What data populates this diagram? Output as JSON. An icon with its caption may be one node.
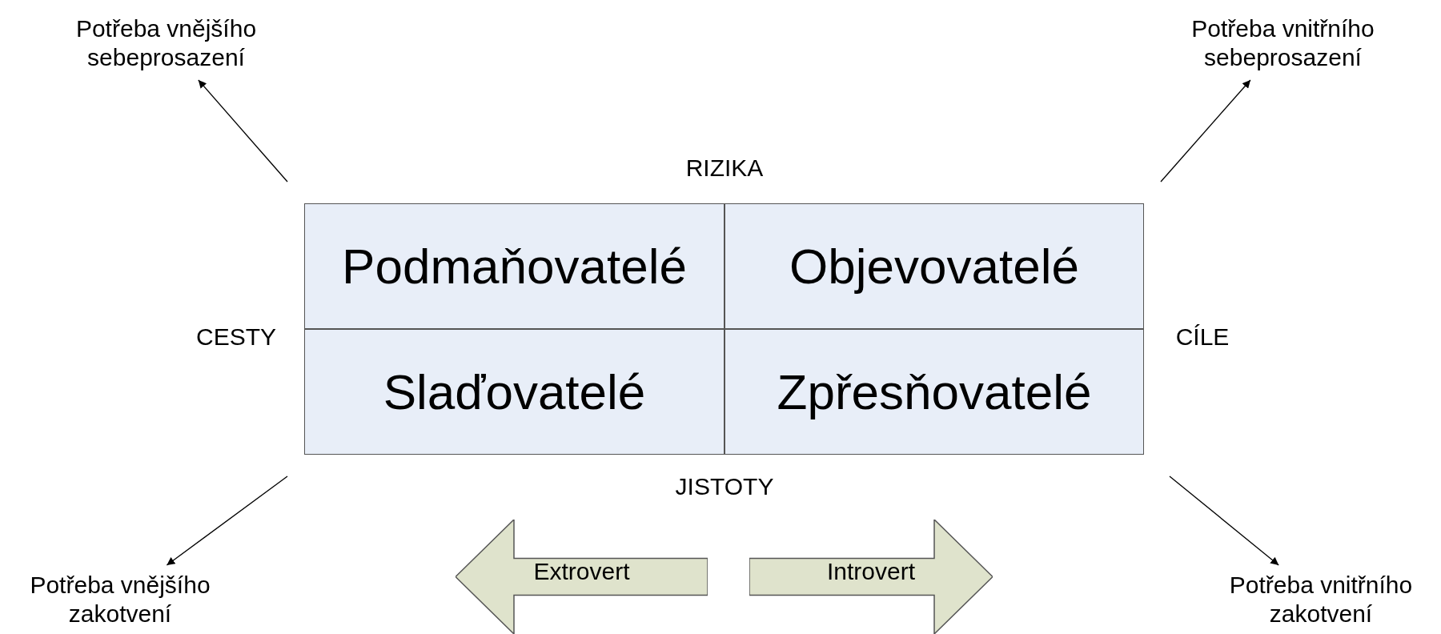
{
  "diagram": {
    "nodes": [
      {
        "text": [
          "Podmaňovatelé"
        ]
      },
      {
        "text": [
          "Objevovatelé"
        ]
      },
      {
        "text": [
          "Slaďovatelé"
        ]
      },
      {
        "text": [
          "Zpřesňovatelé"
        ]
      },
      {
        "text": [
          "Potřeba vnějšího sebeprosazení"
        ]
      },
      {
        "text": [
          "Potřeba vnitřního sebeprosazení"
        ]
      },
      {
        "text": [
          "Potřeba vnějšího zakotvení"
        ]
      },
      {
        "text": [
          "Potřeba vnitřního zakotvení"
        ]
      },
      {
        "text": [
          "Extrovert"
        ]
      },
      {
        "text": [
          "Introvert"
        ]
      }
    ],
    "edges": [
      {
        "from": null,
        "to": 4,
        "arrow": "to"
      },
      {
        "from": null,
        "to": 5,
        "arrow": "to"
      },
      {
        "from": null,
        "to": 6,
        "arrow": "to"
      },
      {
        "from": null,
        "to": 7,
        "arrow": "to"
      }
    ],
    "labels": [
      "RIZIKA",
      "CESTY",
      "CÍLE",
      "JISTOTY"
    ]
  }
}
